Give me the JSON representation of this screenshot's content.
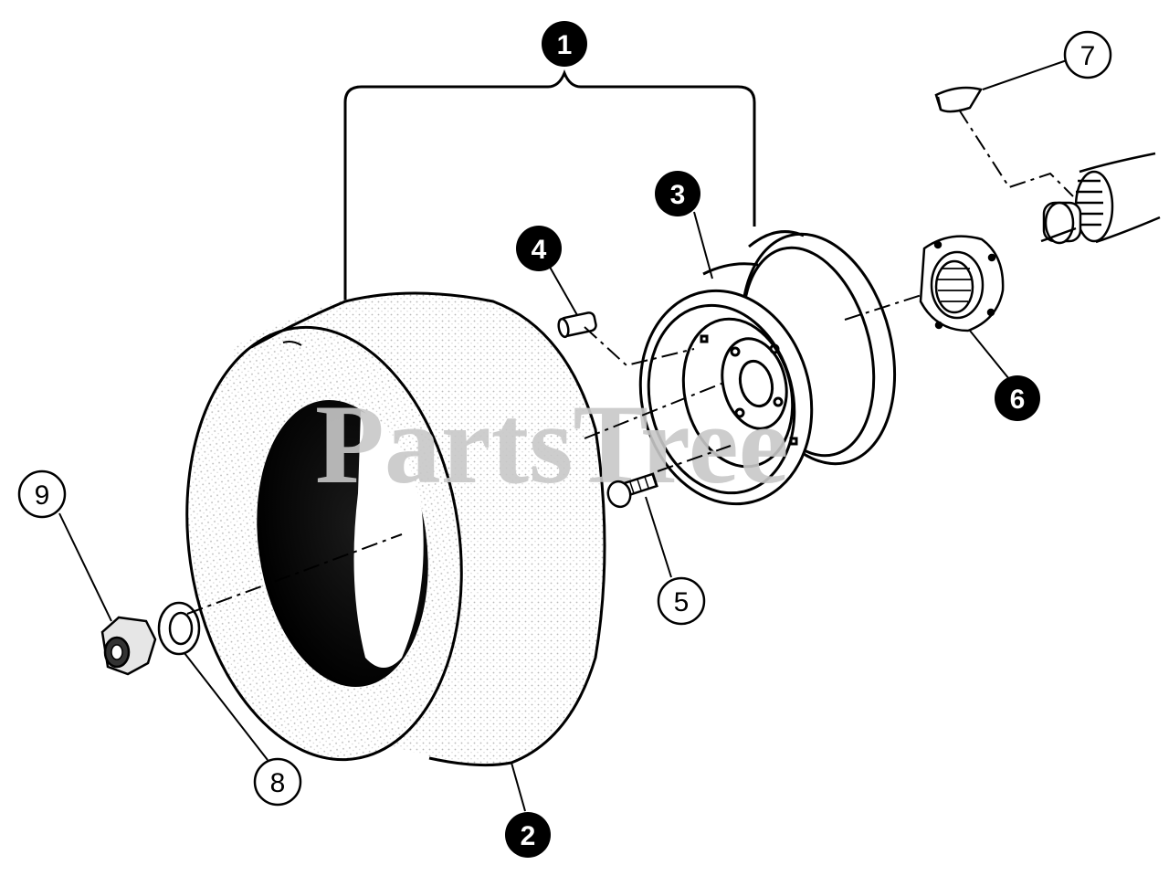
{
  "watermark": "PartsTree",
  "colors": {
    "ink": "#000000",
    "paper": "#ffffff",
    "watermark": "#c8c8c8"
  },
  "callouts": [
    {
      "id": "1",
      "style": "filled"
    },
    {
      "id": "2",
      "style": "filled"
    },
    {
      "id": "3",
      "style": "filled"
    },
    {
      "id": "4",
      "style": "filled"
    },
    {
      "id": "5",
      "style": "outlined"
    },
    {
      "id": "6",
      "style": "filled"
    },
    {
      "id": "7",
      "style": "outlined"
    },
    {
      "id": "8",
      "style": "outlined"
    },
    {
      "id": "9",
      "style": "outlined"
    }
  ]
}
